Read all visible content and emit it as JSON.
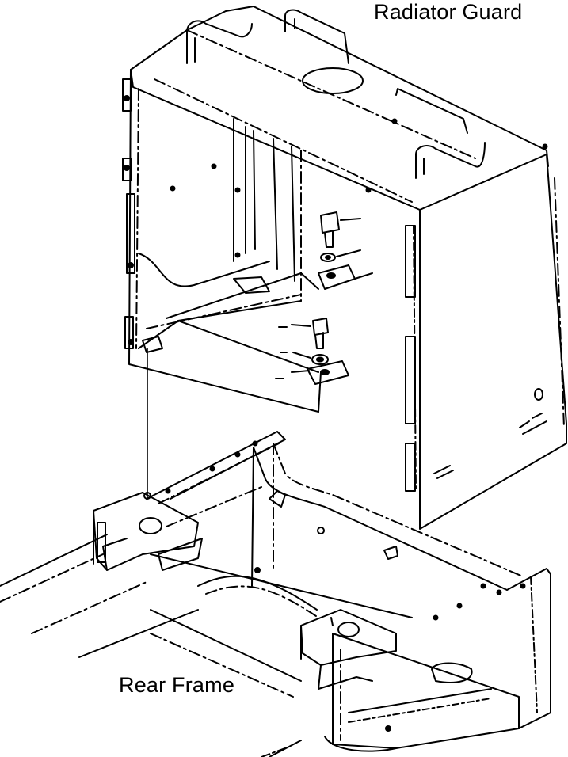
{
  "diagram": {
    "labels": {
      "radiator_guard": "Radiator Guard",
      "rear_frame": "Rear Frame"
    },
    "colors": {
      "background": "#ffffff",
      "line": "#000000"
    },
    "parts": [
      "radiator-guard",
      "rear-frame",
      "upper-bolt",
      "upper-washer",
      "upper-bracket",
      "lower-bolt",
      "lower-washer",
      "lower-bracket",
      "left-mount-boss",
      "right-mount-boss"
    ]
  }
}
